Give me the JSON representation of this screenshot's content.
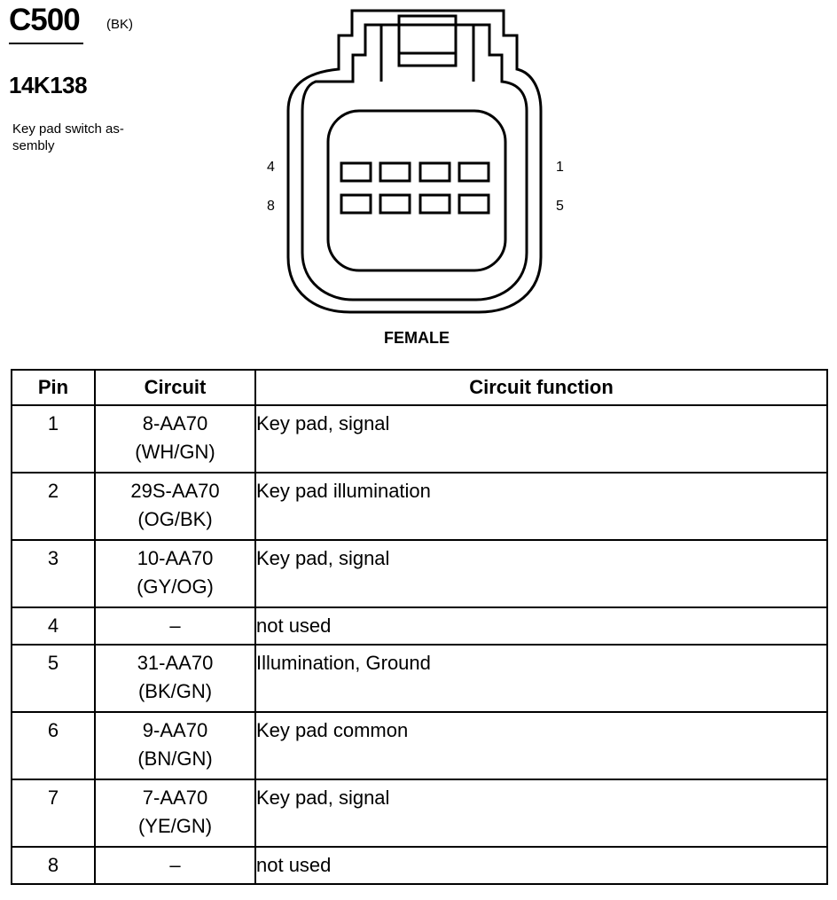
{
  "header": {
    "connector_id": "C500",
    "connector_color": "(BK)",
    "part_number": "14K138",
    "description": "Key pad switch as-\nsembly"
  },
  "connector_face": {
    "pin_labels": {
      "top_left": "4",
      "bottom_left": "8",
      "top_right": "1",
      "bottom_right": "5"
    },
    "caption": "FEMALE"
  },
  "table": {
    "headers": {
      "pin": "Pin",
      "circuit": "Circuit",
      "function": "Circuit function"
    },
    "rows": [
      {
        "pin": "1",
        "circuit": "8-AA70",
        "color": "(WH/GN)",
        "function": "Key pad, signal"
      },
      {
        "pin": "2",
        "circuit": "29S-AA70",
        "color": "(OG/BK)",
        "function": "Key pad illumination"
      },
      {
        "pin": "3",
        "circuit": "10-AA70",
        "color": "(GY/OG)",
        "function": "Key pad, signal"
      },
      {
        "pin": "4",
        "circuit": "–",
        "color": "",
        "function": "not used"
      },
      {
        "pin": "5",
        "circuit": "31-AA70",
        "color": "(BK/GN)",
        "function": "Illumination, Ground"
      },
      {
        "pin": "6",
        "circuit": "9-AA70",
        "color": "(BN/GN)",
        "function": "Key pad common"
      },
      {
        "pin": "7",
        "circuit": "7-AA70",
        "color": "(YE/GN)",
        "function": "Key pad, signal"
      },
      {
        "pin": "8",
        "circuit": "–",
        "color": "",
        "function": "not used"
      }
    ]
  }
}
